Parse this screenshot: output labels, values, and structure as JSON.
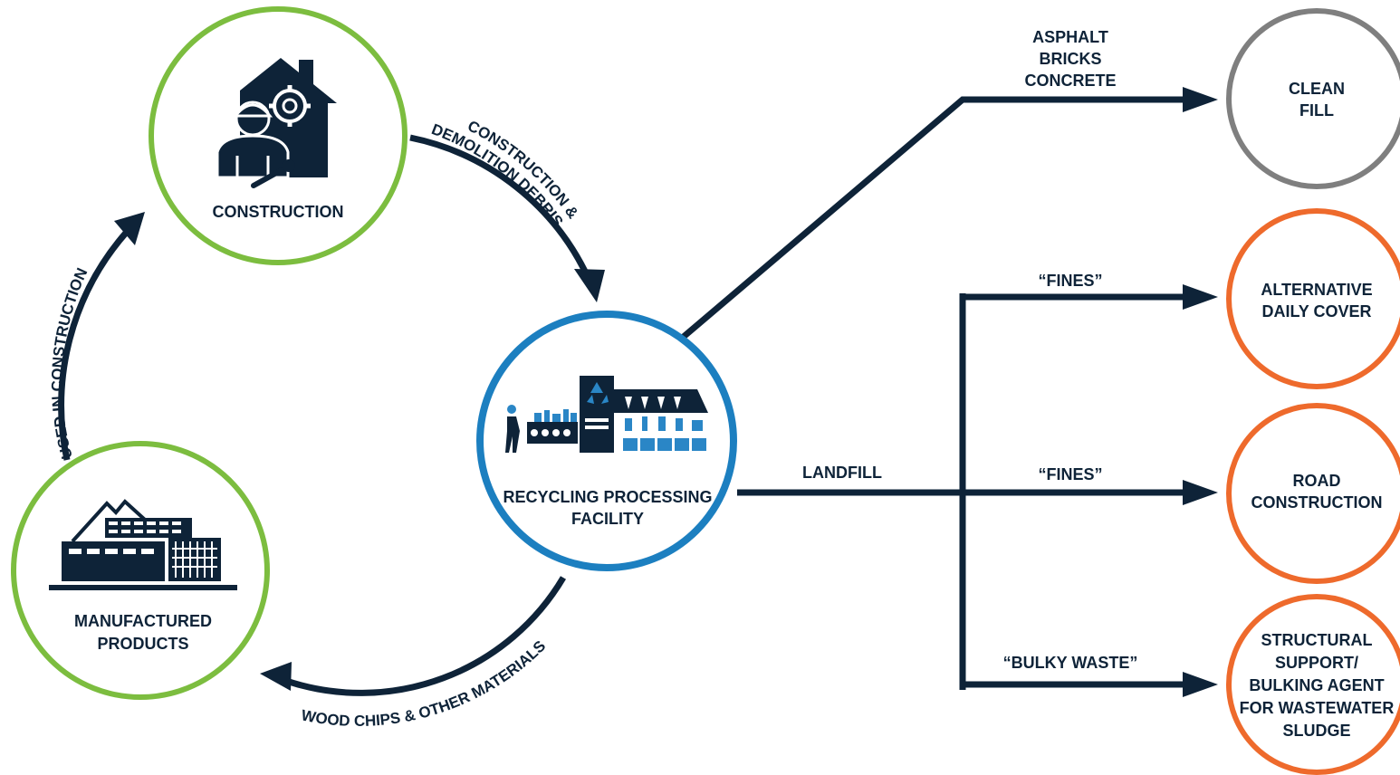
{
  "nodes": {
    "construction": {
      "label": "CONSTRUCTION",
      "ring_color": "#7cbd3f"
    },
    "manufactured": {
      "line1": "MANUFACTURED",
      "line2": "PRODUCTS",
      "ring_color": "#7cbd3f"
    },
    "recycling": {
      "line1": "RECYCLING PROCESSING",
      "line2": "FACILITY",
      "ring_color": "#1c7fc0"
    },
    "clean_fill": {
      "line1": "CLEAN",
      "line2": "FILL",
      "ring_color": "#7f7f7f"
    },
    "adc": {
      "line1": "ALTERNATIVE",
      "line2": "DAILY COVER",
      "ring_color": "#ee6a2c"
    },
    "road": {
      "line1": "ROAD",
      "line2": "CONSTRUCTION",
      "ring_color": "#ee6a2c"
    },
    "structural": {
      "line1": "STRUCTURAL",
      "line2": "SUPPORT/",
      "line3": "BULKING AGENT",
      "line4": "FOR WASTEWATER",
      "line5": "SLUDGE",
      "ring_color": "#ee6a2c"
    }
  },
  "flows": {
    "cd_debris_line1": "CONSTRUCTION &",
    "cd_debris_line2": "DEMOLITION DEBRIS",
    "used_in_construction": "USED IN CONSTRUCTION",
    "wood_chips": "WOOD CHIPS & OTHER MATERIALS",
    "clean_fill_line1": "ASPHALT",
    "clean_fill_line2": "BRICKS",
    "clean_fill_line3": "CONCRETE",
    "landfill": "LANDFILL",
    "fines_1": "“FINES”",
    "fines_2": "“FINES”",
    "bulky_waste": "“BULKY WASTE”"
  },
  "colors": {
    "navy": "#0e2338",
    "green": "#7cbd3f",
    "blue": "#1c7fc0",
    "gray": "#7f7f7f",
    "orange": "#ee6a2c",
    "teal_icon": "#2a86c6"
  },
  "icons": {
    "construction": "construction-worker-house-icon",
    "manufactured": "factory-icon",
    "recycling": "recycling-line-icon"
  }
}
